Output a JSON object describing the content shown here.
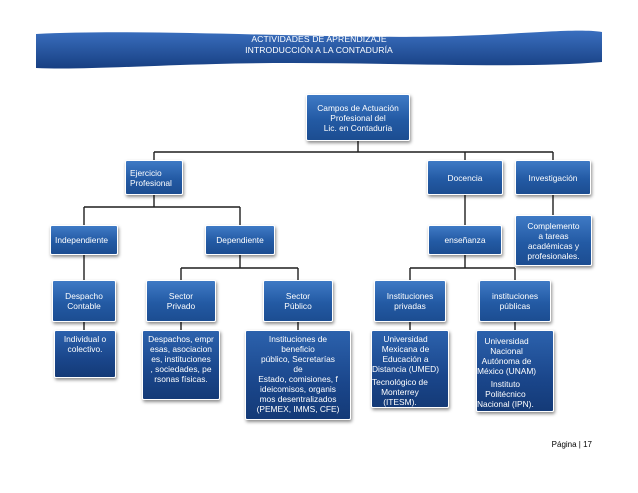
{
  "header": {
    "line1": "ACTIVIDADES DE APRENDIZAJE",
    "line2": "INTRODUCCIÓN A LA CONTADURÍA"
  },
  "nodes": {
    "root": "Campos de Actuación\nProfesional del\nLic. en Contaduría",
    "ejercicio": "Ejercicio\nProfesional",
    "docencia": "Docencia",
    "investigacion": "Investigación",
    "independiente": "Independiente",
    "dependiente": "Dependiente",
    "ensenanza": "enseñanza",
    "complemento": "Complemento\na tareas\nacadémicas y\nprofesionales.",
    "despacho": "Despacho\nContable",
    "sector_privado": "Sector\nPrivado",
    "sector_publico": "Sector\nPúblico",
    "inst_privadas": "Instituciones\nprivadas",
    "inst_publicas": "instituciones\npúblicas",
    "individual": "Individual o\ncolectivo.",
    "despachos_empresas": "Despachos, empr\nesas, asociacion\nes, instituciones\n, sociedades, pe\nrsonas físicas.",
    "inst_beneficio": "Instituciones de\nbeneficio\npúblico, Secretarías\nde\nEstado, comisiones, f\nideicomisos, organis\nmos desentralizados\n(PEMEX, IMMS, CFE)",
    "umed": "Universidad\nMexicana de\nEducación a\nDistancia (UMED)",
    "itesm": "Tecnológico de\nMonterrey\n(ITESM).",
    "unam": "Universidad\nNacional\nAutónoma de\nMéxico (UNAM)",
    "ipn": "Instituto\nPolitécnico\nNacional (IPN)."
  },
  "footer": {
    "page": "Página | 17"
  },
  "colors": {
    "banner": "#1f4e96",
    "node": "#235aa4",
    "connector": "#1f1f1f"
  }
}
